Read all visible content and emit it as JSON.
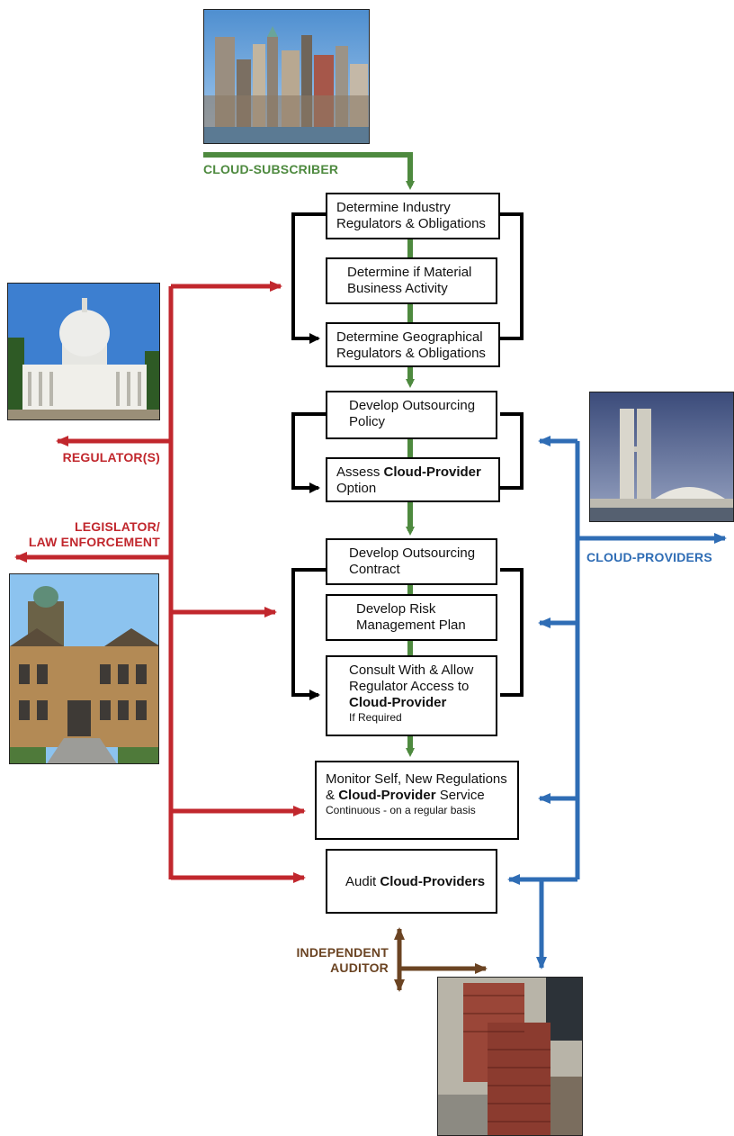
{
  "labels": {
    "subscriber": "CLOUD-SUBSCRIBER",
    "regulators": "REGULATOR(S)",
    "legislator_line1": "LEGISLATOR/",
    "legislator_line2": "LAW ENFORCEMENT",
    "providers": "CLOUD-PROVIDERS",
    "auditor_line1": "INDEPENDENT",
    "auditor_line2": "AUDITOR"
  },
  "steps": {
    "s1": {
      "line1": "Determine Industry",
      "line2": "Regulators & Obligations"
    },
    "s2": {
      "line1": "Determine if Material",
      "line2": "Business Activity"
    },
    "s3": {
      "line1": "Determine Geographical",
      "line2": "Regulators & Obligations"
    },
    "s4": {
      "line1": "Develop Outsourcing",
      "line2": "Policy"
    },
    "s5": {
      "pre": "Assess ",
      "bold": "Cloud-Provider",
      "line2": "Option"
    },
    "s6": {
      "line1": "Develop Outsourcing",
      "line2": "Contract"
    },
    "s7": {
      "line1": "Develop Risk",
      "line2": "Management Plan"
    },
    "s8": {
      "line1": "Consult With & Allow",
      "line2": "Regulator Access to",
      "bold": "Cloud-Provider",
      "small": "If Required"
    },
    "s9": {
      "line1": "Monitor Self, New Regulations",
      "pre2": "& ",
      "bold": "Cloud-Provider",
      "post2": " Service",
      "small": "Continuous - on a regular basis"
    },
    "s10": {
      "pre": "Audit ",
      "bold": "Cloud-Providers"
    }
  },
  "photos": {
    "city_skyline": "city-skyline-photo",
    "capitol": "capitol-dome-photo",
    "courthouse": "courthouse-photo",
    "twin_towers": "twin-towers-congress-photo",
    "office_tower": "office-tower-photo"
  },
  "colors": {
    "green": "#4e8a3f",
    "red": "#c1272d",
    "blue": "#2f6db5",
    "brown": "#6b4423",
    "black": "#000000"
  }
}
